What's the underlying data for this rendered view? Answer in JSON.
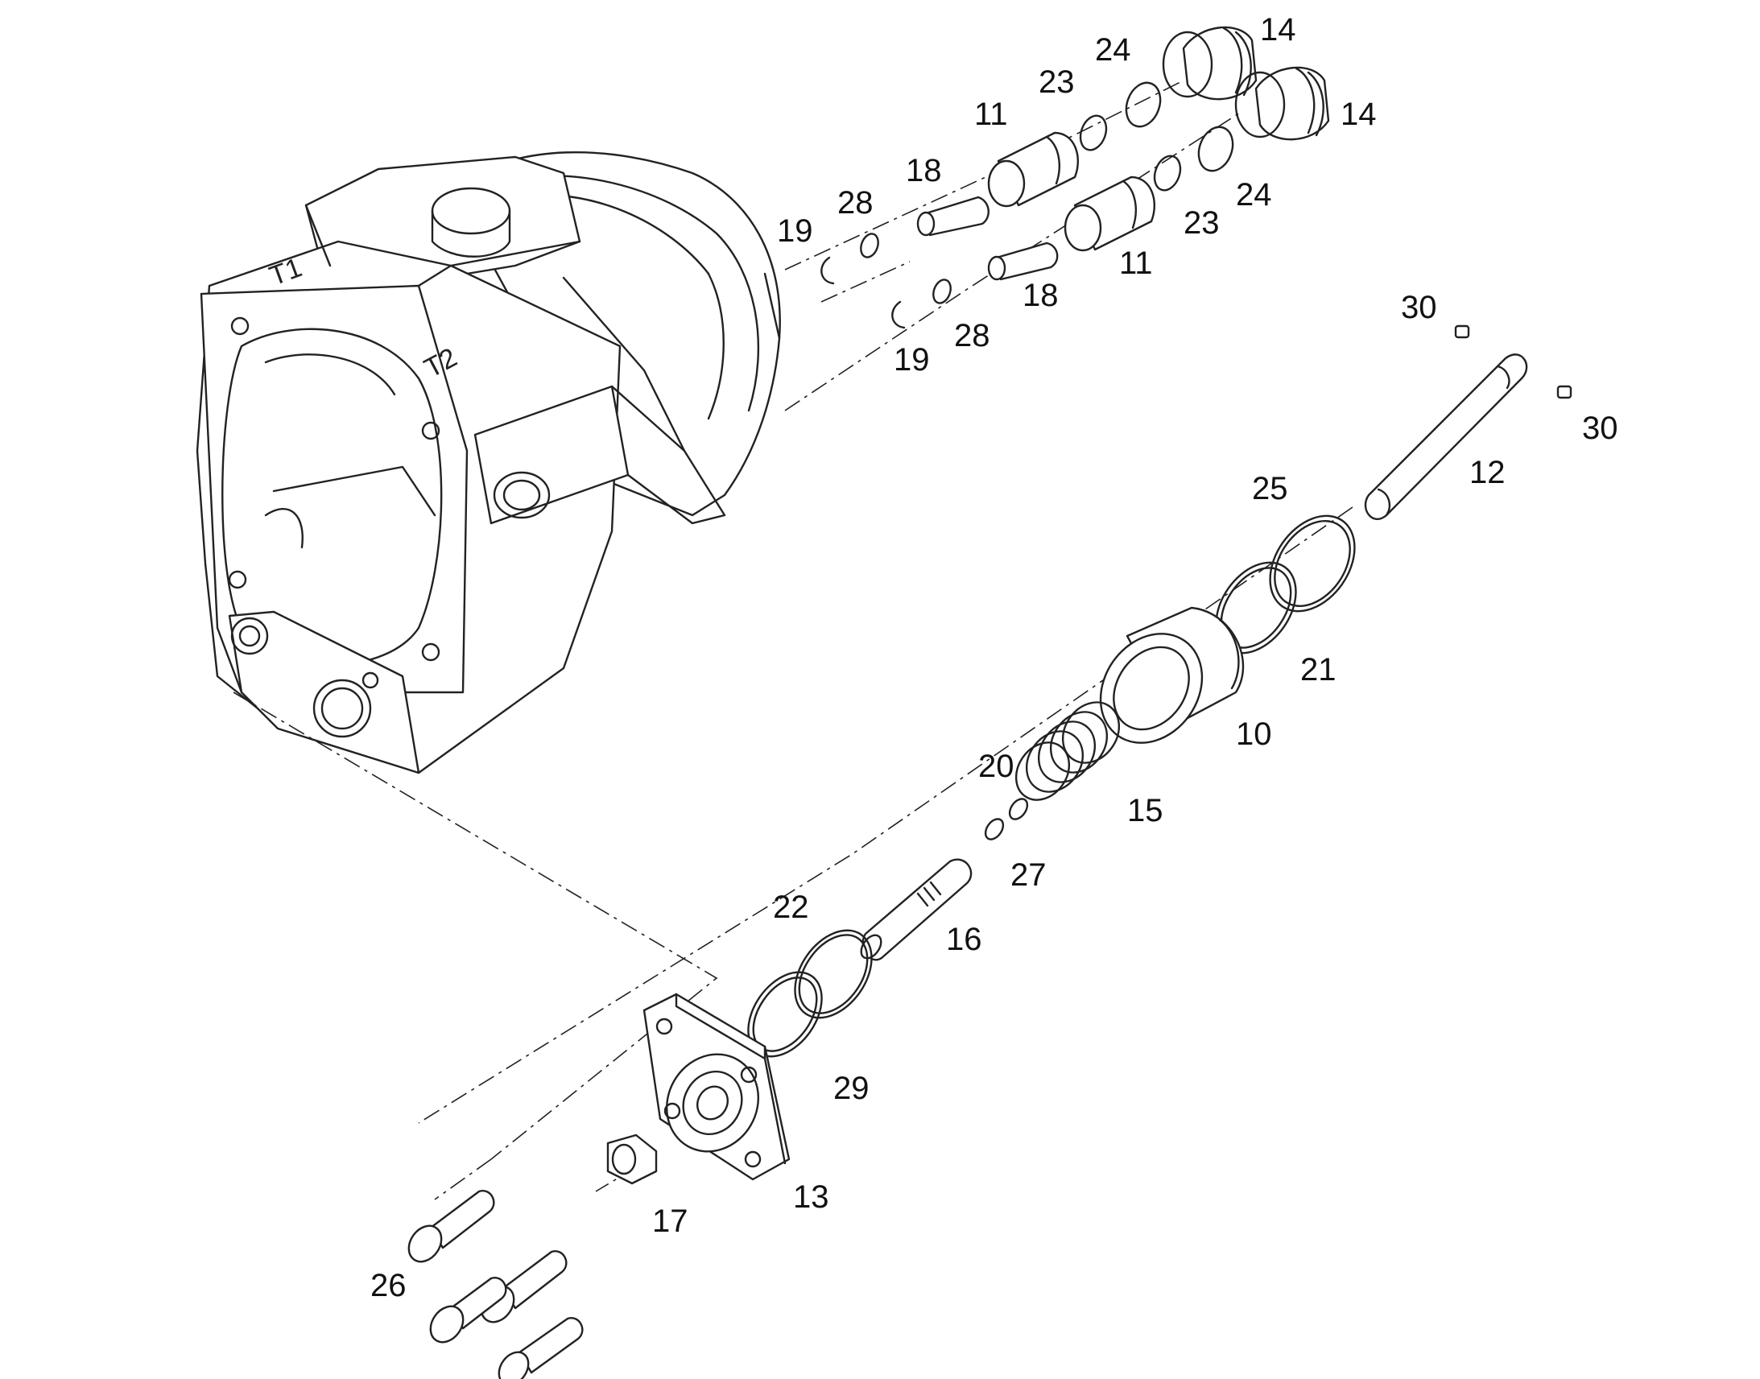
{
  "diagram": {
    "casting_marks": [
      "T1",
      "T2"
    ],
    "callouts": [
      "14",
      "14",
      "24",
      "24",
      "23",
      "23",
      "11",
      "11",
      "18",
      "18",
      "28",
      "28",
      "19",
      "19",
      "30",
      "30",
      "12",
      "25",
      "21",
      "10",
      "20",
      "15",
      "27",
      "22",
      "16",
      "29",
      "13",
      "17",
      "26"
    ]
  }
}
